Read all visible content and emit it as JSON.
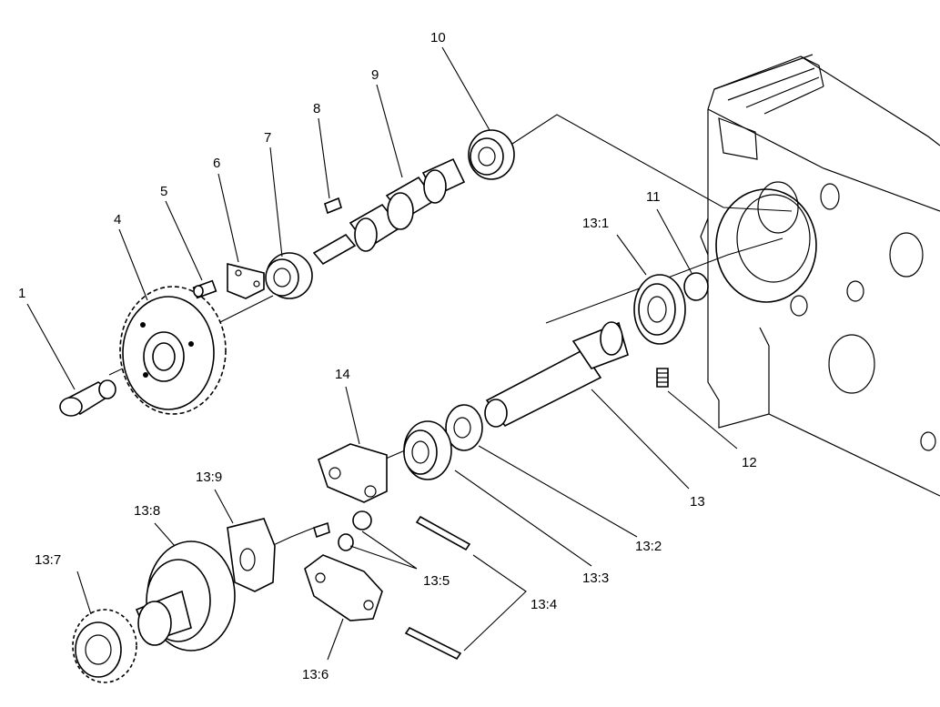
{
  "callouts": {
    "c1": "1",
    "c4": "4",
    "c5": "5",
    "c6": "6",
    "c7": "7",
    "c8": "8",
    "c9": "9",
    "c10": "10",
    "c11": "11",
    "c12": "12",
    "c13": "13",
    "c14": "14",
    "c13_1": "13:1",
    "c13_2": "13:2",
    "c13_3": "13:3",
    "c13_4": "13:4",
    "c13_5": "13:5",
    "c13_6": "13:6",
    "c13_7": "13:7",
    "c13_8": "13:8",
    "c13_9": "13:9"
  }
}
